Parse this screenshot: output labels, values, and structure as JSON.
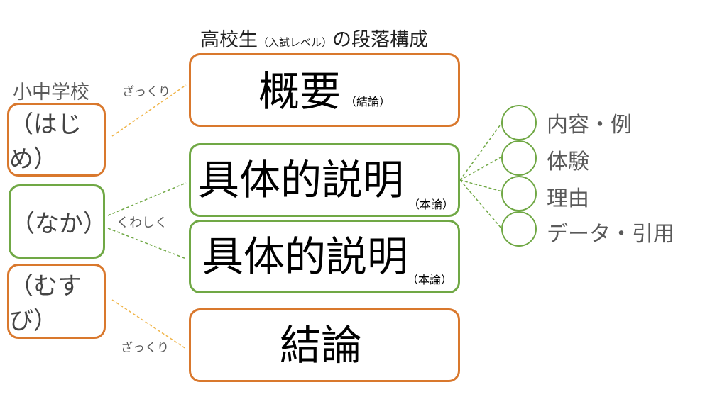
{
  "title_main": "高校生",
  "title_small": "（入試レベル）",
  "title_rest": "の段落構成",
  "left_header": "小中学校",
  "left_boxes": [
    "（はじめ）",
    "（なか）",
    "（むすび）"
  ],
  "connector_labels": {
    "top": "ざっくり",
    "middle": "くわしく",
    "bottom": "ざっくり"
  },
  "main_boxes": [
    {
      "text": "概要",
      "sub": "（結論）"
    },
    {
      "text": "具体的説明",
      "sub": "（本論）"
    },
    {
      "text": "具体的説明",
      "sub": "（本論）"
    },
    {
      "text": "結論",
      "sub": ""
    }
  ],
  "right_items": [
    "内容・例",
    "体験",
    "理由",
    "データ・引用"
  ],
  "colors": {
    "orange": "#d9782d",
    "green": "#70a845",
    "dashed_orange": "#f0b54a",
    "dashed_green": "#70a845"
  }
}
